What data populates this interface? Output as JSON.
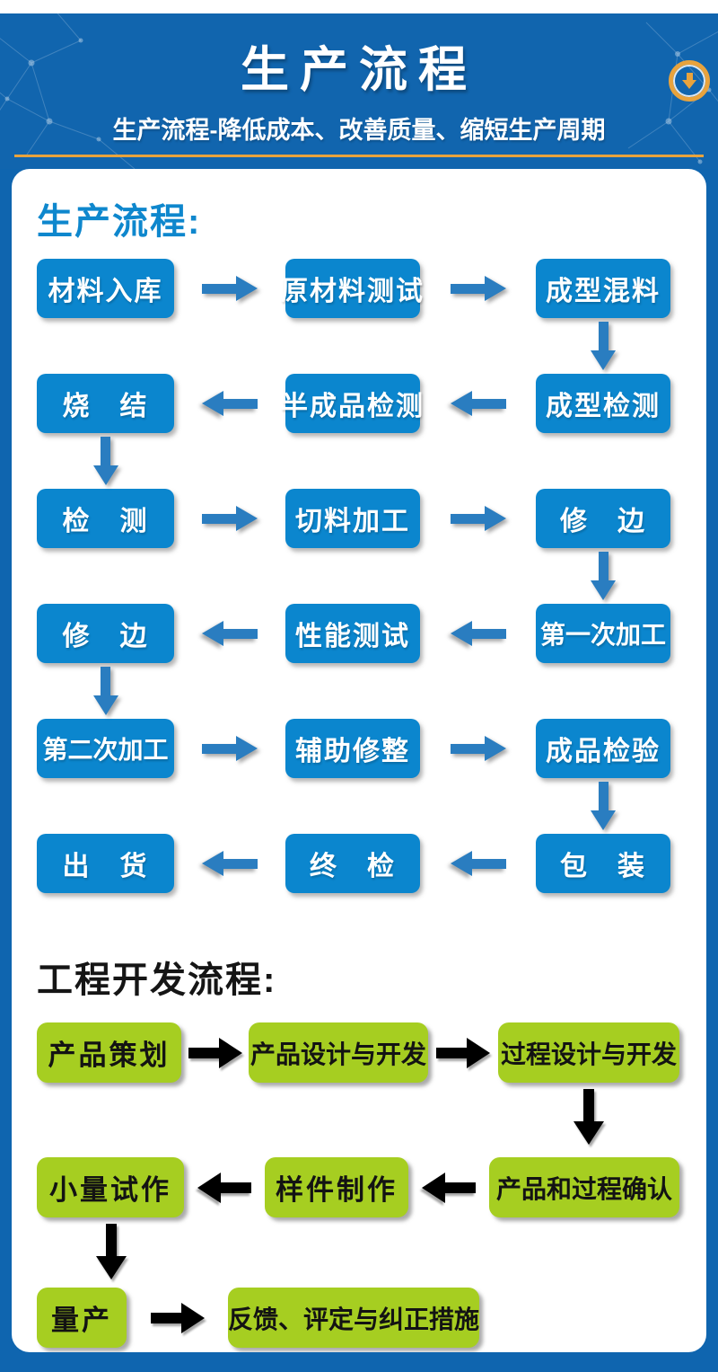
{
  "header": {
    "title": "生产流程",
    "subtitle": "生产流程-降低成本、改善质量、缩短生产周期",
    "scroll_icon": "circle-down-arrow",
    "colors": {
      "background": "#1165ae",
      "accent_gold": "#e8a33d",
      "text": "#ffffff"
    }
  },
  "production_flow": {
    "title": "生产流程:",
    "title_color": "#0e87cd",
    "box_color": "#0b86ce",
    "arrow_color": "#2a7dc0",
    "rows": [
      {
        "direction": "right",
        "boxes": [
          "材料入库",
          "原材料测试",
          "成型混料"
        ]
      },
      {
        "direction": "left",
        "boxes": [
          "烧　结",
          "半成品检测",
          "成型检测"
        ]
      },
      {
        "direction": "right",
        "boxes": [
          "检　测",
          "切料加工",
          "修　边"
        ]
      },
      {
        "direction": "left",
        "boxes": [
          "修　边",
          "性能测试",
          "第一次加工"
        ]
      },
      {
        "direction": "right",
        "boxes": [
          "第二次加工",
          "辅助修整",
          "成品检验"
        ]
      },
      {
        "direction": "left",
        "boxes": [
          "出　货",
          "终　检",
          "包　装"
        ]
      }
    ],
    "connectors": [
      "down-at-col3",
      "down-at-col1",
      "down-at-col3",
      "down-at-col1",
      "down-at-col3"
    ]
  },
  "engineering_flow": {
    "title": "工程开发流程:",
    "title_color": "#151515",
    "box_color": "#a6ce21",
    "arrow_color": "#000000",
    "rows": [
      {
        "direction": "right",
        "boxes": [
          "产品策划",
          "产品设计与开发",
          "过程设计与开发"
        ]
      },
      {
        "direction": "left",
        "boxes": [
          "小量试作",
          "样件制作",
          "产品和过程确认"
        ]
      },
      {
        "direction": "right",
        "boxes": [
          "量产",
          "反馈、评定与纠正措施"
        ]
      }
    ],
    "connectors": [
      "down-at-col3",
      "down-at-col1"
    ]
  }
}
